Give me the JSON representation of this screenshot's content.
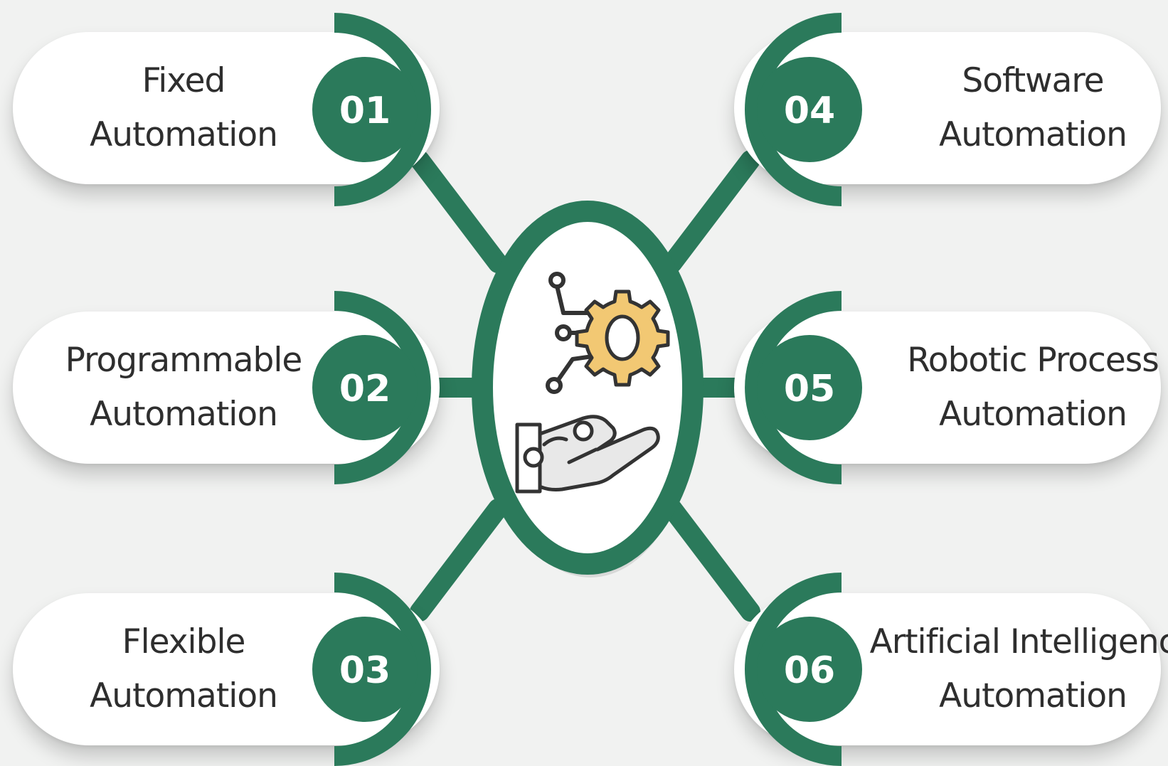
{
  "items": [
    {
      "number": "01",
      "line1": "Fixed",
      "line2": "Automation"
    },
    {
      "number": "02",
      "line1": "Programmable",
      "line2": "Automation"
    },
    {
      "number": "03",
      "line1": "Flexible",
      "line2": "Automation"
    },
    {
      "number": "04",
      "line1": "Software",
      "line2": "Automation"
    },
    {
      "number": "05",
      "line1": "Robotic Process",
      "line2": "Automation"
    },
    {
      "number": "06",
      "line1": "Artificial Intelligence",
      "line2": "Automation"
    }
  ],
  "center": {
    "icon": "robotic-hand-gear-icon"
  },
  "colors": {
    "accent": "#2b7a5b",
    "pill": "#ffffff",
    "background": "#f1f2f1",
    "text": "#2e2e2e",
    "gear": "#f2c873"
  }
}
